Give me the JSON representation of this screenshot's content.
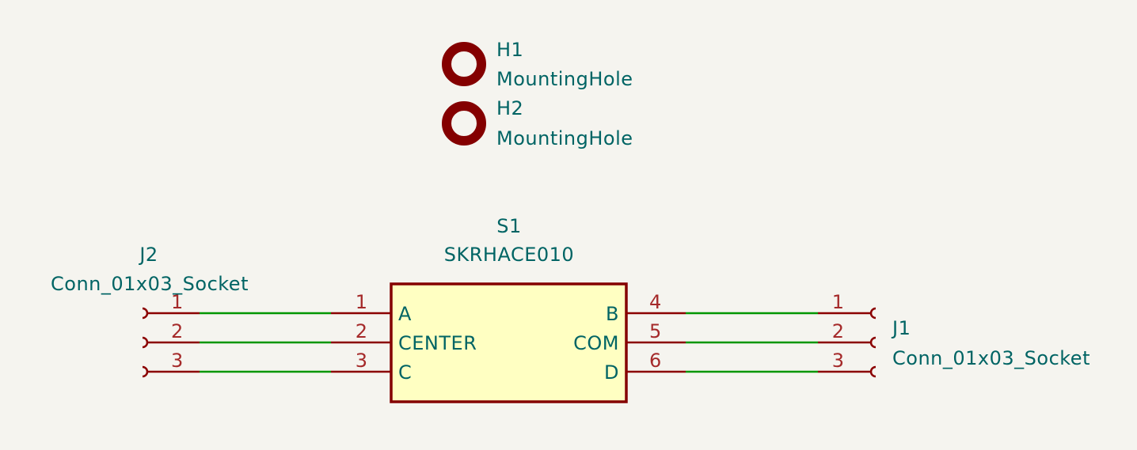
{
  "colors": {
    "background": "#f5f4ef",
    "reference_text": "#006464",
    "pin_color": "#8b0000",
    "wire_color": "#009600",
    "body_fill": "#ffffc2"
  },
  "mounting_holes": [
    {
      "ref": "H1",
      "value": "MountingHole"
    },
    {
      "ref": "H2",
      "value": "MountingHole"
    }
  ],
  "switch": {
    "ref": "S1",
    "value": "SKRHACE010",
    "left_pins": [
      {
        "number": "1",
        "name": "A"
      },
      {
        "number": "2",
        "name": "CENTER"
      },
      {
        "number": "3",
        "name": "C"
      }
    ],
    "right_pins": [
      {
        "number": "4",
        "name": "B"
      },
      {
        "number": "5",
        "name": "COM"
      },
      {
        "number": "6",
        "name": "D"
      }
    ]
  },
  "connector_left": {
    "ref": "J2",
    "value": "Conn_01x03_Socket",
    "pins": [
      "1",
      "2",
      "3"
    ]
  },
  "connector_right": {
    "ref": "J1",
    "value": "Conn_01x03_Socket",
    "pins": [
      "1",
      "2",
      "3"
    ]
  }
}
